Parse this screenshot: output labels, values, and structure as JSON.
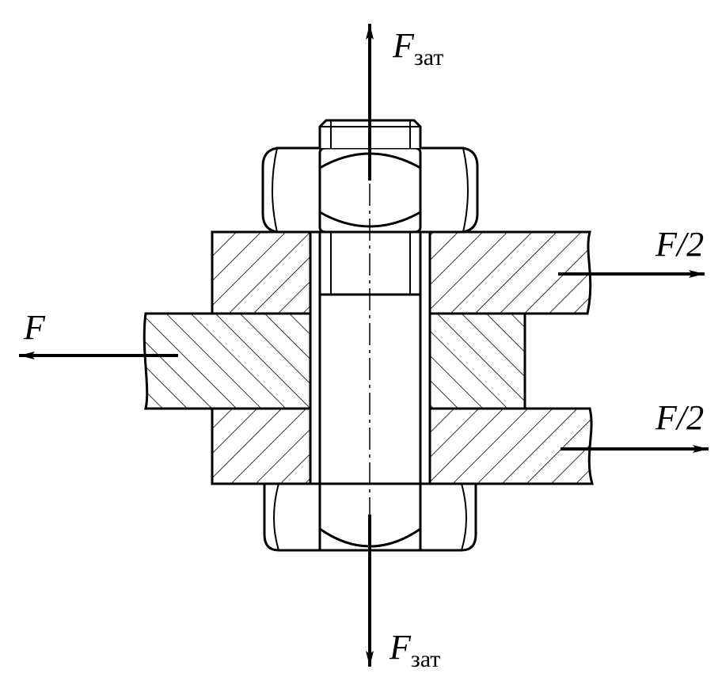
{
  "labels": {
    "force_left": "F",
    "force_half_top": "F/2",
    "force_half_bottom": "F/2",
    "tighten_top_main": "F",
    "tighten_top_sub": "зат",
    "tighten_bottom_main": "F",
    "tighten_bottom_sub": "зат"
  },
  "colors": {
    "line": "#000000",
    "background": "#ffffff"
  }
}
